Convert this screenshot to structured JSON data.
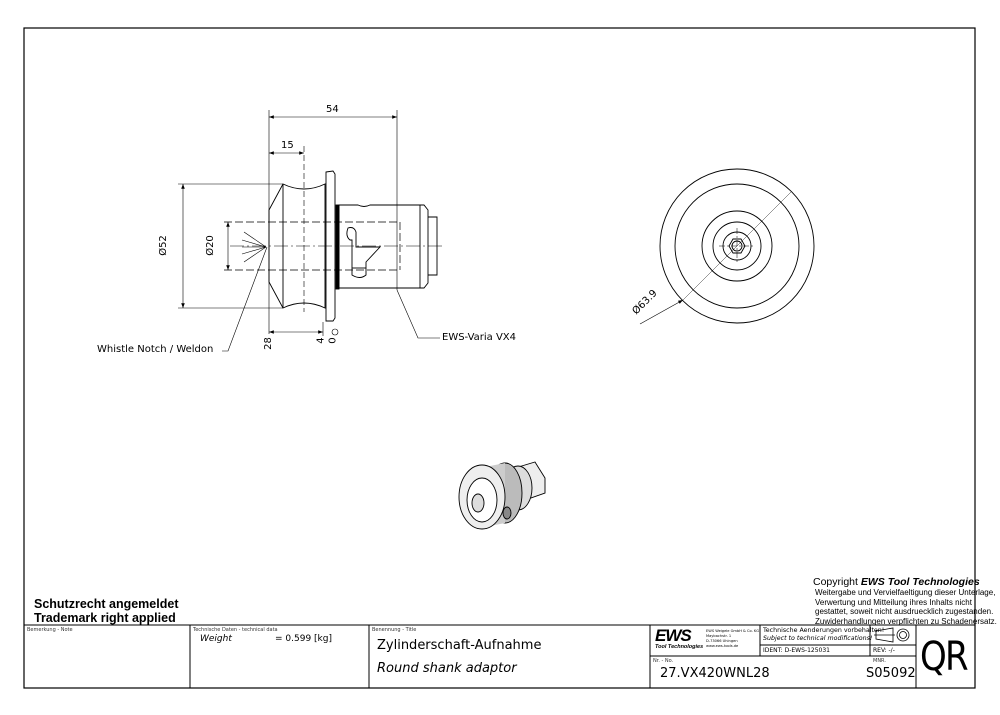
{
  "drawing": {
    "dimensions": {
      "overall_length": "54",
      "waist_position": "15",
      "outer_diameter": "Ø52",
      "bore_diameter": "Ø20",
      "flange_diameter": "Ø63.9",
      "bottom_28": "28",
      "bottom_4": "4",
      "bottom_0": "0"
    },
    "callouts": {
      "whistle_notch": "Whistle Notch / Weldon",
      "varia": "EWS-Varia VX4"
    }
  },
  "notices": {
    "protection_de": "Schutzrecht angemeldet",
    "protection_en": "Trademark right applied",
    "copyright_prefix": "Copyright ",
    "copyright_brand": "EWS Tool Technologies",
    "copyright_lines": [
      "Weitergabe und Vervielfaeltigung dieser Unterlage,",
      "Verwertung und Mitteilung ihres Inhalts nicht",
      "gestattet, soweit nicht ausdruecklich zugestanden.",
      "Zuwiderhandlungen verpflichten zu Schadenersatz."
    ]
  },
  "title_block": {
    "note_label": "Bemerkung - Note",
    "tech_label": "Technische Daten - technical data",
    "weight_label": "Weight",
    "weight_value": "=   0.599 [kg]",
    "title_label": "Benennung - Title",
    "title_de": "Zylinderschaft-Aufnahme",
    "title_en": "Round shank adaptor",
    "logo_text": "EWS",
    "logo_sub": "Tool Technologies",
    "company_lines": [
      "EWS Weigele GmbH & Co. KG",
      "Maybachstr. 1",
      "D-73066 Uhingen",
      "www.ews-tools.de"
    ],
    "changes_de": "Technische Aenderungen vorbehalten!",
    "changes_en": "Subject to technical modifications!",
    "ident": "IDENT:  D-EWS-125031",
    "rev": "REV:  -/-",
    "no_label": "Nr. - No.",
    "part_no": "27.VX420WNL28",
    "mnr_label": "MNR.",
    "mnr": "S05092",
    "qr": "QR"
  }
}
